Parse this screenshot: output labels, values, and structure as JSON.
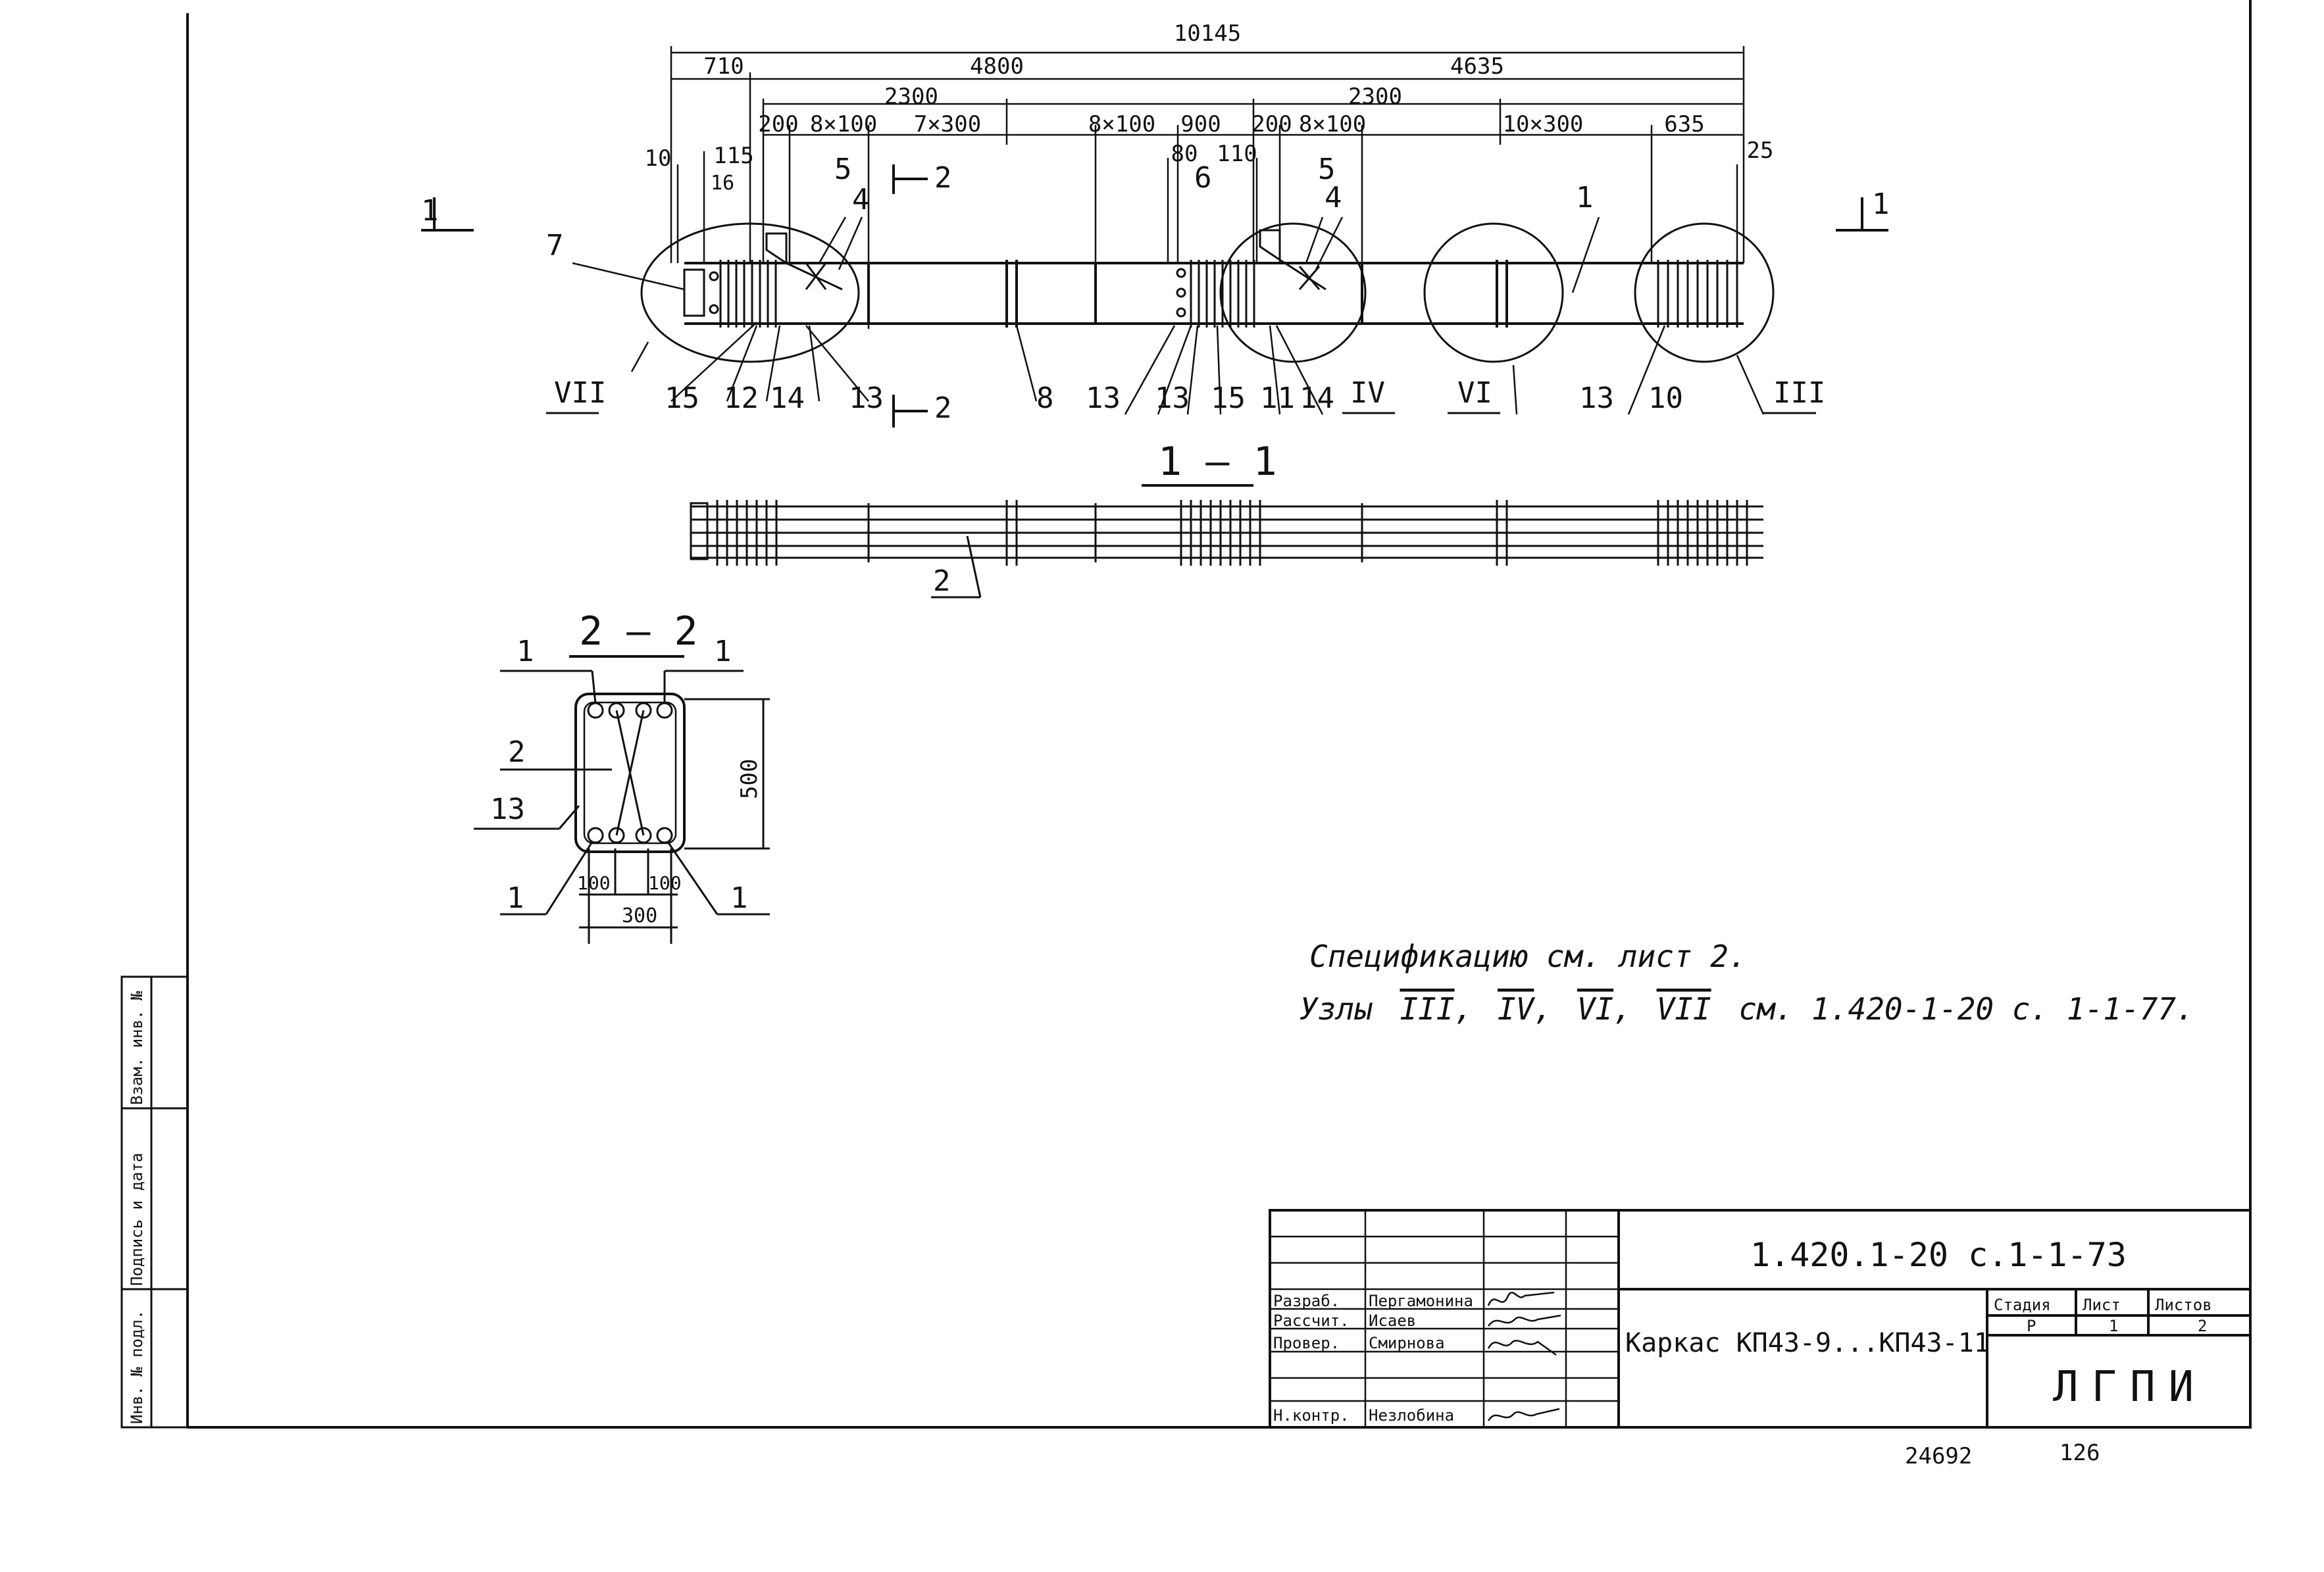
{
  "main_view": {
    "dims": {
      "overall": "10145",
      "span_left": "4800",
      "span_right": "4635",
      "end_left": "710",
      "zone_left": "2300",
      "zone_right": "2300",
      "d200a": "200",
      "d8x100a": "8×100",
      "d7x300": "7×300",
      "d8x100b": "8×100",
      "d900": "900",
      "d200b": "200",
      "d8x100c": "8×100",
      "d10x300": "10×300",
      "d635": "635",
      "d10": "10",
      "d115": "115",
      "d80": "80",
      "d110": "110",
      "d25": "25"
    },
    "section_mark_1": "1",
    "section_mark_2": "2",
    "positions": {
      "p16": "16",
      "p5a": "5",
      "p4a": "4",
      "p7": "7",
      "p6": "6",
      "p5b": "5",
      "p4b": "4",
      "p1": "1",
      "p15a": "15",
      "p12": "12",
      "p14a": "14",
      "p13a": "13",
      "p8": "8",
      "p13b": "13",
      "p13c": "13",
      "p15b": "15",
      "p11": "11",
      "p14b": "14",
      "p13d": "13",
      "p10": "10"
    },
    "nodes": {
      "VII": "VII",
      "IV": "IV",
      "VI": "VI",
      "III": "III"
    }
  },
  "section_1_1": {
    "title": "1 — 1",
    "pos2": "2"
  },
  "section_2_2": {
    "title": "2 — 2",
    "pos1a": "1",
    "pos1b": "1",
    "pos2": "2",
    "pos13": "13",
    "pos1c": "1",
    "pos1d": "1",
    "dim_height": "500",
    "dim_100a": "100",
    "dim_100b": "100",
    "dim_300": "300"
  },
  "notes": {
    "line1": "Спецификацию см. лист 2.",
    "line2_prefix": "Узлы",
    "node_III": "III",
    "node_IV": "IV",
    "node_VI": "VI",
    "node_VII": "VII",
    "line2_suffix": "см. 1.420-1-20 с. 1-1-77."
  },
  "side_stamp": {
    "inv_podl": "Инв. № подл.",
    "podpis_data": "Подпись и дата",
    "vzam_inv": "Взам. инв. №"
  },
  "title_block": {
    "doc_code": "1.420.1-20 с.1-1-73",
    "title": "Каркас КП43-9...КП43-11",
    "org": "ЛГПИ",
    "stage_label": "Стадия",
    "sheet_label": "Лист",
    "sheets_label": "Листов",
    "stage": "Р",
    "sheet": "1",
    "sheets": "2",
    "roles": [
      {
        "role": "Разраб.",
        "name": "Пергамонина"
      },
      {
        "role": "Рассчит.",
        "name": "Исаев"
      },
      {
        "role": "Провер.",
        "name": "Смирнова"
      },
      {
        "role": "Н.контр.",
        "name": "Незлобина"
      }
    ]
  },
  "footer": {
    "archive_no": "24692",
    "page_no": "126"
  }
}
